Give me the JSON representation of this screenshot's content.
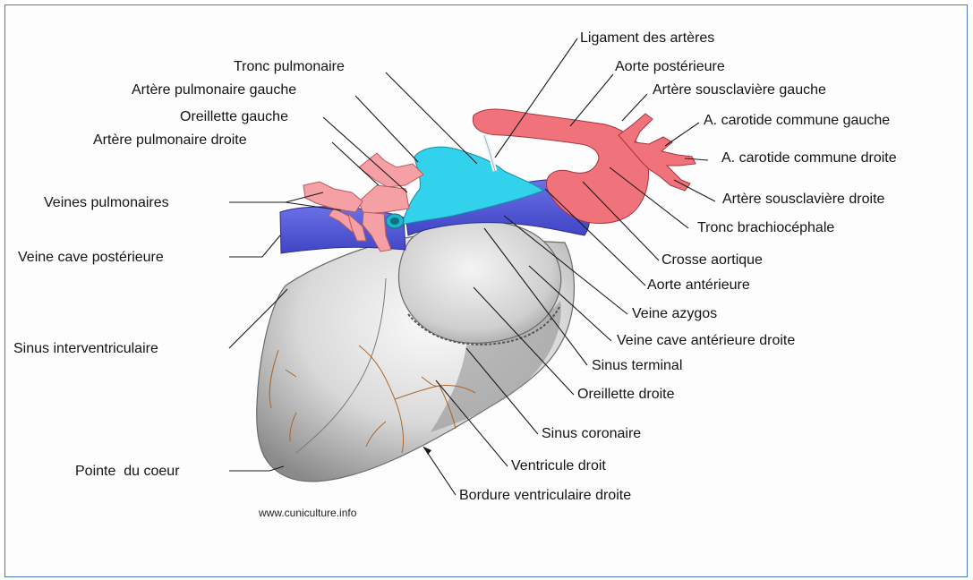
{
  "labels": {
    "ligament_arteres": "Ligament des artères",
    "aorte_posterieure": "Aorte postérieure",
    "tronc_pulmonaire": "Tronc pulmonaire",
    "artere_sousclaviere_gauche": "Artère sousclavière gauche",
    "artere_pulmonaire_gauche": "Artère pulmonaire gauche",
    "carotide_gauche": "A. carotide commune gauche",
    "oreillette_gauche": "Oreillette gauche",
    "carotide_droite": "A. carotide commune droite",
    "artere_pulmonaire_droite": "Artère pulmonaire droite",
    "veines_pulmonaires": "Veines pulmonaires",
    "artere_sousclaviere_droite": "Artère sousclavière droite",
    "tronc_brachiocephale": "Tronc brachiocéphale",
    "veine_cave_posterieure": "Veine cave postérieure",
    "crosse_aortique": "Crosse aortique",
    "aorte_anterieure": "Aorte antérieure",
    "veine_azygos": "Veine azygos",
    "sinus_interventriculaire": "Sinus interventriculaire",
    "veine_cave_anterieure_droite": "Veine cave antérieure droite",
    "sinus_terminal": "Sinus terminal",
    "oreillette_droite": "Oreillette droite",
    "sinus_coronaire": "Sinus coronaire",
    "pointe_coeur": "Pointe  du coeur",
    "ventricule_droit": "Ventricule droit",
    "bordure_ventriculaire_droite": "Bordure ventriculaire droite"
  },
  "source": "www.cuniculture.info",
  "colors": {
    "artery": "#f0737b",
    "pulmonary_artery": "#f5a0a4",
    "pulmonary_trunk": "#33d2ec",
    "vein": "#5258d8",
    "heart": "#d8d8d8",
    "border": "#4a77c4"
  }
}
